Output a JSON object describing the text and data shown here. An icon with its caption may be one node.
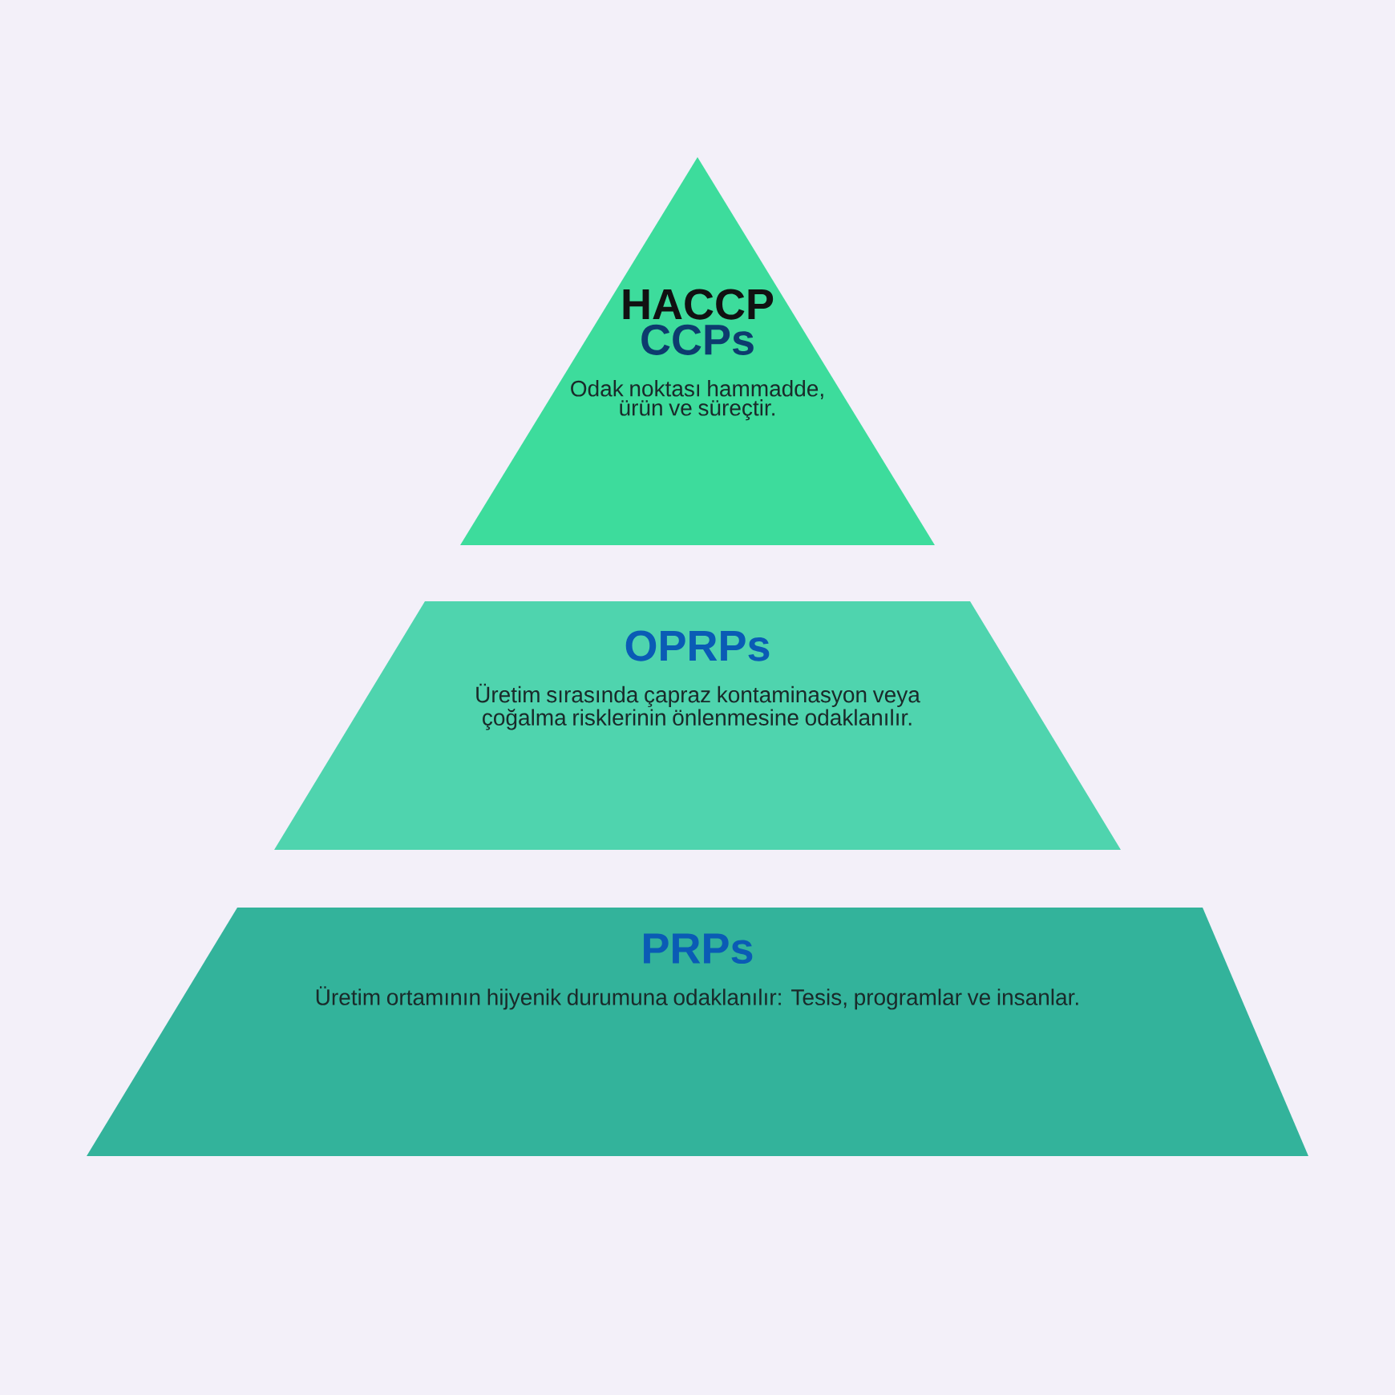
{
  "diagram": {
    "nodes": [
      {
        "text": [
          "HACCP",
          "CCPs",
          "Odak noktası hammadde, ürün ve süreçtir."
        ]
      },
      {
        "text": [
          "OPRPs",
          "Üretim sırasında çapraz kontaminasyon veya çoğalma risklerinin önlenmesine odaklanılır."
        ]
      },
      {
        "text": [
          "PRPs",
          "Üretim ortamının hijyenik durumuna odaklanılır: Tesis, programlar ve insanlar."
        ]
      }
    ]
  }
}
